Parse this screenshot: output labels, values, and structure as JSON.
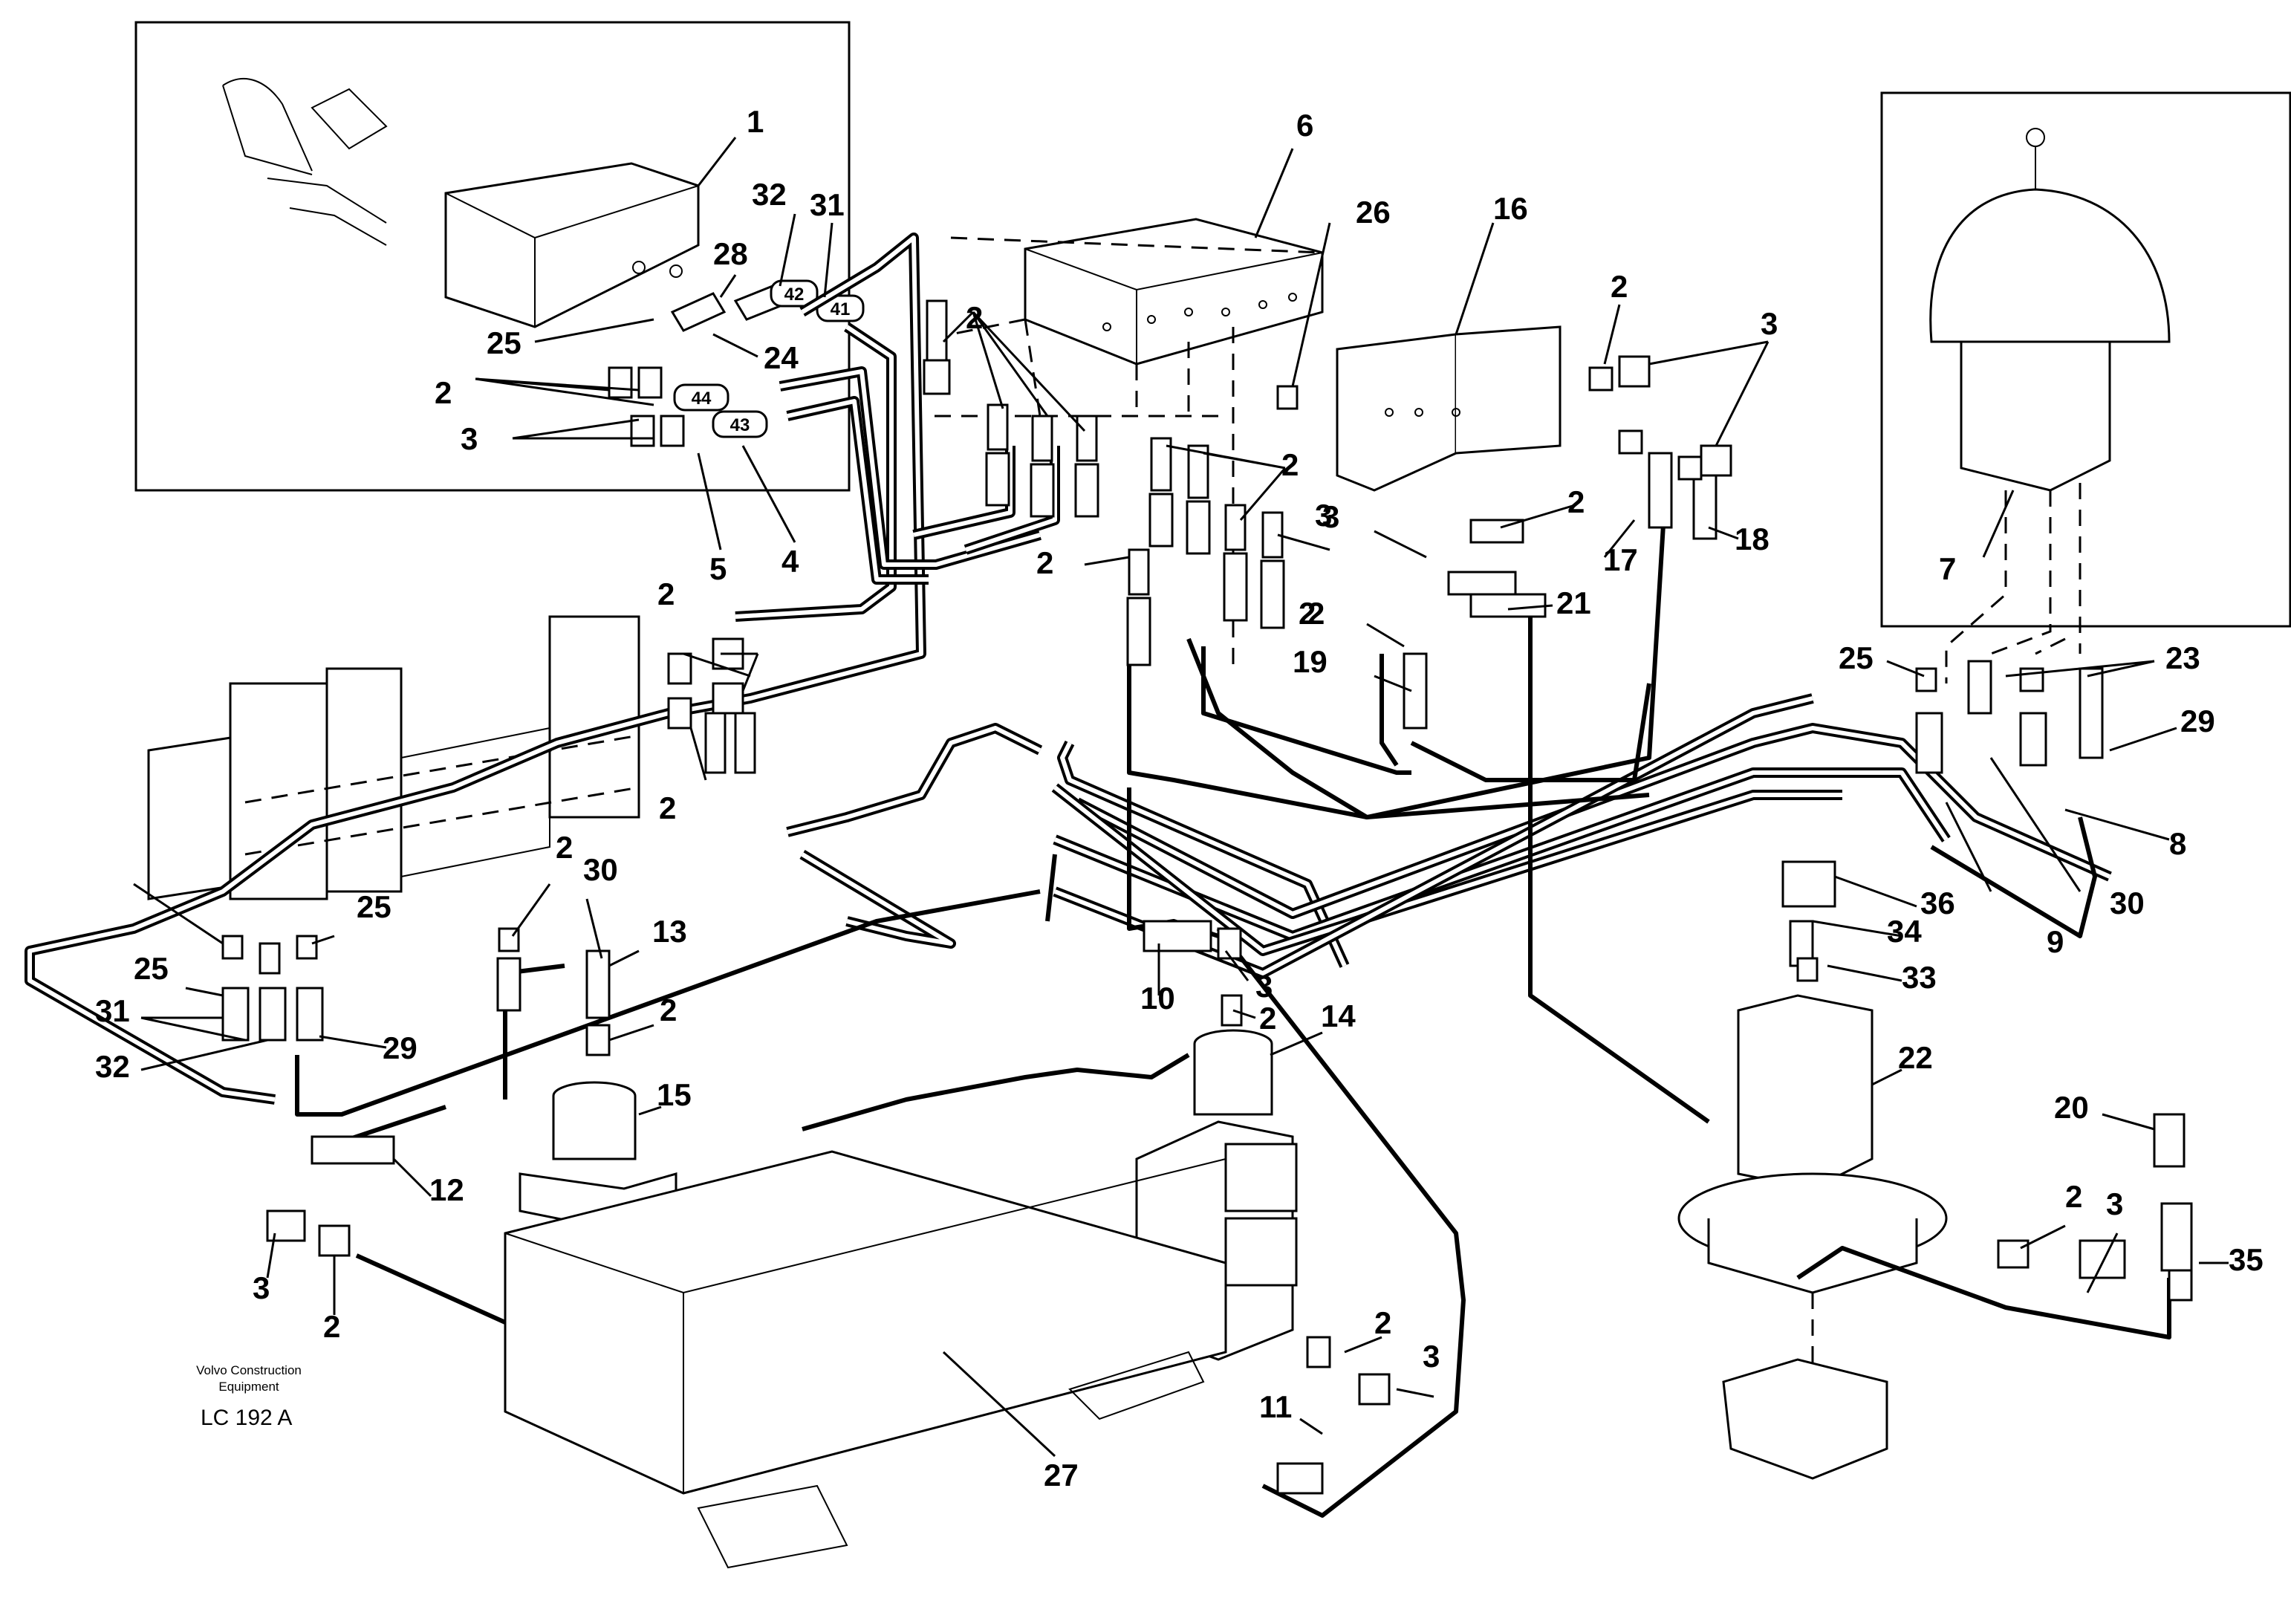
{
  "credit": {
    "company": "Volvo Construction",
    "company2": "Equipment",
    "code": "LC 192  A"
  },
  "hose_tags": [
    "42",
    "41",
    "44",
    "43"
  ],
  "callouts": [
    "1",
    "32",
    "31",
    "28",
    "25",
    "24",
    "2",
    "3",
    "5",
    "4",
    "6",
    "26",
    "16",
    "2",
    "3",
    "2",
    "2",
    "2",
    "3",
    "2",
    "17",
    "18",
    "21",
    "7",
    "2",
    "3",
    "2",
    "19",
    "2",
    "2",
    "30",
    "13",
    "25",
    "2",
    "25",
    "31",
    "32",
    "29",
    "2",
    "15",
    "10",
    "3",
    "2",
    "14",
    "12",
    "3",
    "2",
    "11",
    "2",
    "3",
    "27",
    "22",
    "36",
    "34",
    "33",
    "20",
    "2",
    "3",
    "35",
    "25",
    "23",
    "29",
    "8",
    "30",
    "9"
  ]
}
